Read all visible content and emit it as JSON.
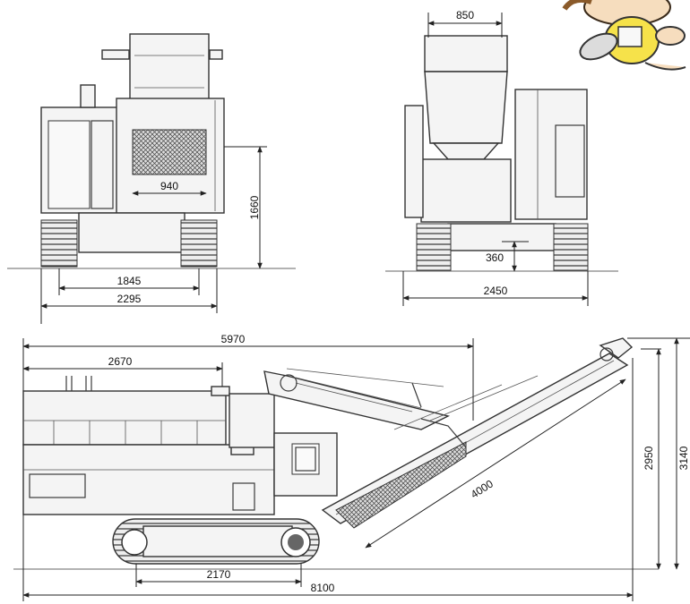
{
  "front_view": {
    "dim_screen_width": "940",
    "dim_height": "1660",
    "dim_track_center": "1845",
    "dim_overall_width": "2295"
  },
  "rear_view": {
    "dim_hopper_width": "850",
    "dim_clearance": "360",
    "dim_overall_width": "2450"
  },
  "side_view": {
    "dim_length_top": "5970",
    "dim_hopper_length": "2670",
    "dim_conveyor_length": "4000",
    "dim_height_low": "2950",
    "dim_height_high": "3140",
    "dim_track_length": "2170",
    "dim_overall_length": "8100"
  },
  "mascot": {
    "icon": "cartoon-character-illustration"
  }
}
